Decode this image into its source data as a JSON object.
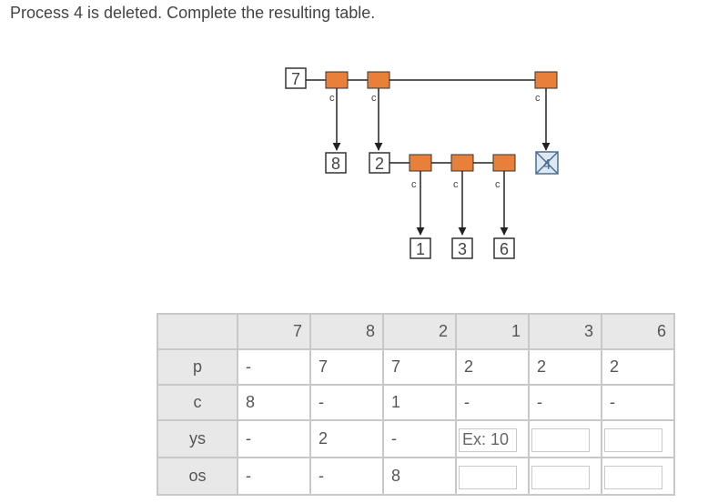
{
  "prompt": "Process 4 is deleted. Complete the resulting table.",
  "tree": {
    "nodes": [
      "7",
      "8",
      "2",
      "1",
      "3",
      "6",
      "4"
    ],
    "edge_label": "c",
    "deleted_node": "4"
  },
  "table": {
    "columns": [
      "7",
      "8",
      "2",
      "1",
      "3",
      "6"
    ],
    "rows": [
      {
        "label": "p",
        "cells": [
          "-",
          "7",
          "7",
          "2",
          "2",
          "2"
        ]
      },
      {
        "label": "c",
        "cells": [
          "8",
          "-",
          "1",
          "-",
          "-",
          "-"
        ]
      },
      {
        "label": "ys",
        "cells": [
          "-",
          "2",
          "-",
          null,
          null,
          null
        ]
      },
      {
        "label": "os",
        "cells": [
          "-",
          "-",
          "8",
          null,
          null,
          null
        ]
      }
    ],
    "input_placeholder": "Ex: 10"
  },
  "colors": {
    "pointer": "#e8803a",
    "header_bg": "#e8e8e8",
    "border": "#c8c8c8"
  }
}
